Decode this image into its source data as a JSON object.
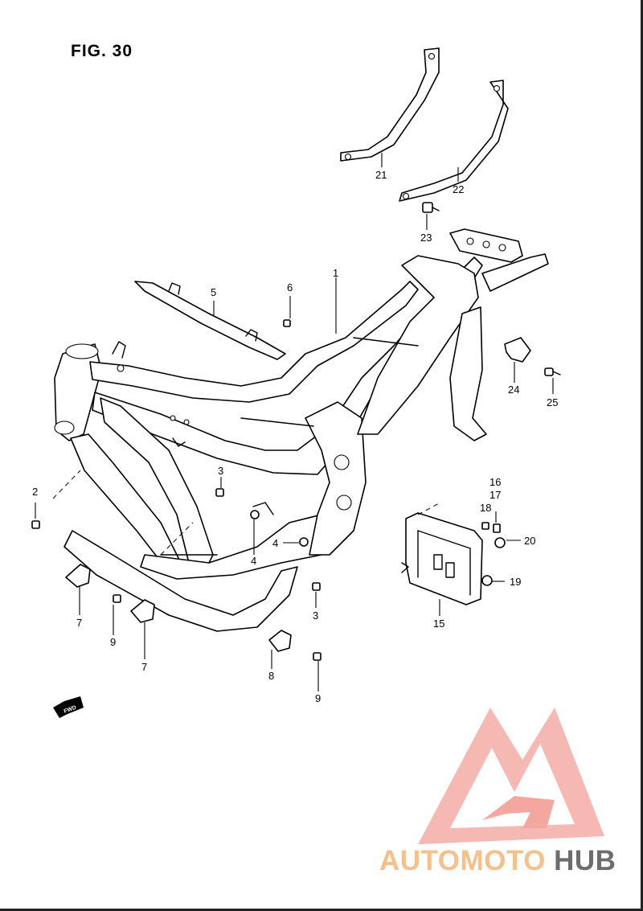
{
  "figure": {
    "title": "FIG. 30"
  },
  "fwd_label": "FWD",
  "callouts": [
    {
      "id": "c1",
      "label": "1"
    },
    {
      "id": "c2",
      "label": "2"
    },
    {
      "id": "c3a",
      "label": "3"
    },
    {
      "id": "c3b",
      "label": "3"
    },
    {
      "id": "c4a",
      "label": "4"
    },
    {
      "id": "c4b",
      "label": "4"
    },
    {
      "id": "c5",
      "label": "5"
    },
    {
      "id": "c6",
      "label": "6"
    },
    {
      "id": "c7a",
      "label": "7"
    },
    {
      "id": "c7b",
      "label": "7"
    },
    {
      "id": "c8",
      "label": "8"
    },
    {
      "id": "c9a",
      "label": "9"
    },
    {
      "id": "c9b",
      "label": "9"
    },
    {
      "id": "c15",
      "label": "15"
    },
    {
      "id": "c16",
      "label": "16"
    },
    {
      "id": "c17",
      "label": "17"
    },
    {
      "id": "c18",
      "label": "18"
    },
    {
      "id": "c19",
      "label": "19"
    },
    {
      "id": "c20",
      "label": "20"
    },
    {
      "id": "c21",
      "label": "21"
    },
    {
      "id": "c22",
      "label": "22"
    },
    {
      "id": "c23",
      "label": "23"
    },
    {
      "id": "c24",
      "label": "24"
    },
    {
      "id": "c25",
      "label": "25"
    }
  ],
  "watermark": {
    "text_part1": "AUTOMOTO",
    "text_part2": "HUB",
    "color_primary": "#f08a80",
    "color_accent": "#f5c08a",
    "color_dark": "#6d6d6d"
  }
}
